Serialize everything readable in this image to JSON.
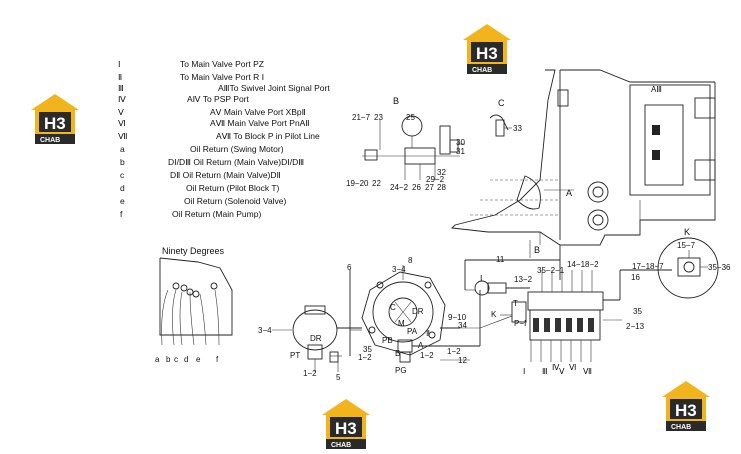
{
  "legend": [
    {
      "key": "Ⅰ",
      "text": "To Main Valve Port PZ"
    },
    {
      "key": "Ⅱ",
      "text": "To Main Valve Port R Ⅰ"
    },
    {
      "key": "Ⅲ",
      "text": "AⅢTo Swivel Joint Signal Port"
    },
    {
      "key": "Ⅳ",
      "text": "AⅣ To PSP Port"
    },
    {
      "key": "Ⅴ",
      "text": "AⅤ Main Valve Port XBpⅡ"
    },
    {
      "key": "Ⅵ",
      "text": "AⅦ Main Valve Port PnAⅡ"
    },
    {
      "key": "Ⅶ",
      "text": "AⅦ To Block P in Pilot Line"
    },
    {
      "key": "a",
      "text": "Oil Return (Swing Motor)"
    },
    {
      "key": "b",
      "text": "DⅠ/DⅢ Oil Return (Main Valve)DⅠ/DⅢ"
    },
    {
      "key": "c",
      "text": "DⅡ Oil Return (Main Valve)DⅡ"
    },
    {
      "key": "d",
      "text": "Oil Return (Pilot Block T)"
    },
    {
      "key": "e",
      "text": "Oil Return (Solenoid Valve)"
    },
    {
      "key": "f",
      "text": "Oil Return (Main Pump)"
    }
  ],
  "ninety_label": "Ninety Degrees",
  "ninety_letters": [
    "a",
    "b",
    "c",
    "d",
    "e",
    "f"
  ],
  "views": {
    "b": "B",
    "c": "C",
    "k": "K",
    "a": "A"
  },
  "logo": {
    "mark": "H3",
    "sub": "CHAB",
    "color": "#f2b41c",
    "dark": "#2a2a2a"
  },
  "labels": {
    "l21_7": "21−7",
    "l23": "23",
    "l25": "25",
    "l19_20": "19−20",
    "l22": "22",
    "l24_2": "24−2",
    "l26": "26",
    "l27": "27",
    "l28": "28",
    "l29_2": "29−2",
    "l32": "32",
    "l30": "30",
    "l31": "31",
    "l33": "33",
    "l3_4a": "3−4",
    "l8": "8",
    "l6": "6",
    "l9_10": "9−10",
    "l34": "34",
    "lC": "C",
    "lDR": "DR",
    "lM": "M",
    "lPA": "PA",
    "lPB": "PB",
    "lII": "Ⅱ",
    "lA2": "A",
    "lB2": "B",
    "l35a": "35",
    "l1_2a": "1−2",
    "l1_2b": "1−2",
    "l1_2c": "1−2",
    "lPG": "PG",
    "l12": "12",
    "l5": "5",
    "lPT": "PT",
    "lDR2": "DR",
    "l3_4b": "3−4",
    "l1_2d": "1−2",
    "l11": "11",
    "lI": "Ⅰ",
    "l13_2": "13−2",
    "l35_2_1": "35−2−1",
    "l14_18_2": "14−18−2",
    "l17_18_7": "17−18−7",
    "l16": "16",
    "l35b": "35",
    "l2_13": "2−13",
    "lT": "T",
    "lP1": "P−Ⅰ",
    "lK2": "K",
    "lAIII": "AⅢ",
    "l15_7": "15−7",
    "l35_36": "35−36",
    "r1": "Ⅰ",
    "r3": "Ⅲ",
    "r4": "Ⅳ",
    "r5": "Ⅴ",
    "r6": "Ⅵ",
    "r7": "Ⅶ"
  }
}
